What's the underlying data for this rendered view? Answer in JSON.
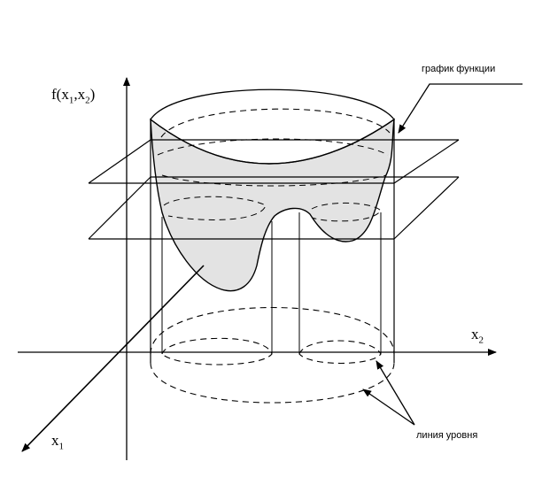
{
  "labels": {
    "fx_f": "f(x",
    "fx_s1": "1",
    "fx_comma": ",x",
    "fx_s2": "2",
    "fx_close": ")",
    "x2_base": "x",
    "x2_sub": "2",
    "x1_base": "x",
    "x1_sub": "1",
    "graph_label": "график функции",
    "level_label": "линия уровня"
  },
  "colors": {
    "stroke": "#000000",
    "surface_fill": "#e3e3e3",
    "background": "#ffffff"
  }
}
